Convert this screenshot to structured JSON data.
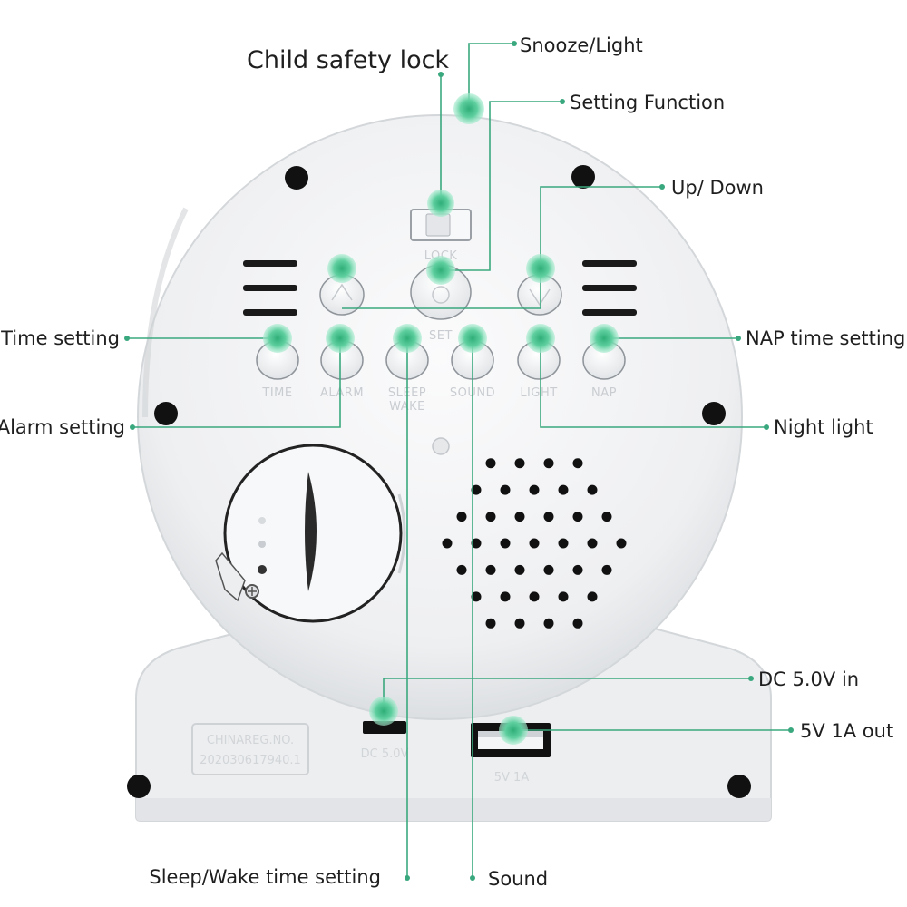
{
  "callouts": {
    "child_safety_lock": "Child safety lock",
    "snooze_light": "Snooze/Light",
    "setting_function": "Setting Function",
    "up_down": "Up/ Down",
    "time_setting": "Time setting",
    "nap_time_setting": "NAP time setting",
    "alarm_setting": "Alarm setting",
    "night_light": "Night light",
    "dc_in": "DC 5.0V in",
    "usb_out": "5V 1A out",
    "sleep_wake_setting": "Sleep/Wake time setting",
    "sound": "Sound"
  },
  "device_labels": {
    "lock": "LOCK",
    "set": "SET",
    "time": "TIME",
    "alarm": "ALARM",
    "sleep": "SLEEP",
    "wake": "WAKE",
    "sound": "SOUND",
    "light": "LIGHT",
    "nap": "NAP",
    "dc": "DC 5.0V",
    "usb": "5V 1A",
    "reg_line1": "CHINAREG.NO.",
    "reg_line2": "202030617940.1"
  },
  "colors": {
    "accent": "#3aa87e",
    "marker": "#7fdcb4",
    "device_body": "#f3f4f6"
  }
}
